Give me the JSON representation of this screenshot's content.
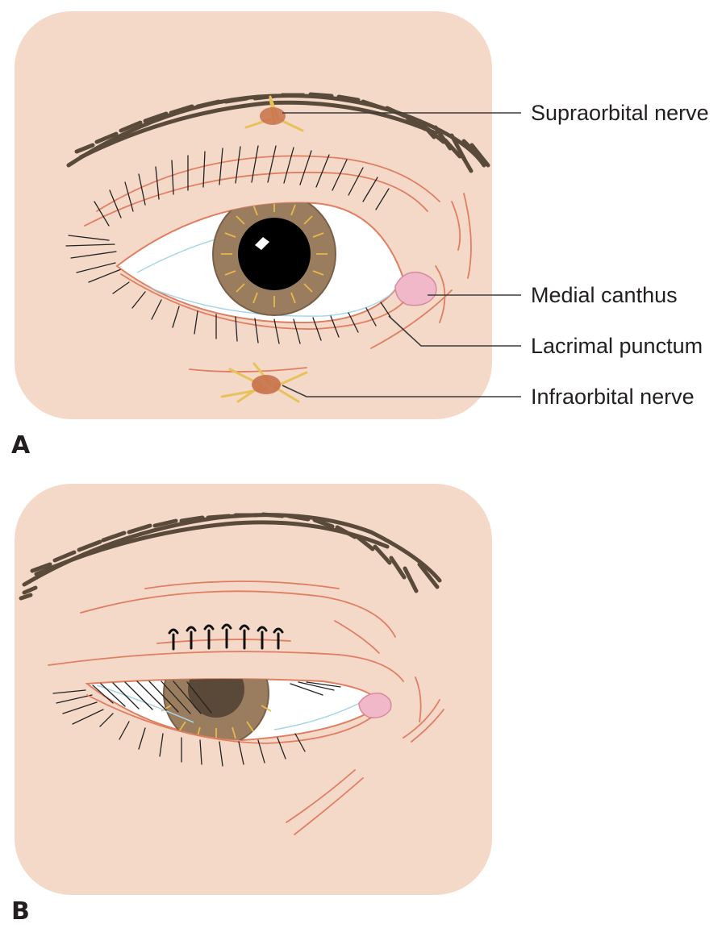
{
  "panel_a": {
    "letter": "A",
    "labels": {
      "supraorbital": "Supraorbital nerve",
      "medial_canthus": "Medial canthus",
      "lacrimal_punctum": "Lacrimal punctum",
      "infraorbital": "Infraorbital nerve"
    }
  },
  "panel_b": {
    "letter": "B"
  },
  "colors": {
    "skin": "#f4d9c9",
    "brow": "#5a4a3a",
    "iris": "#9a7d5e",
    "iris_rays": "#e8b84a",
    "pupil": "#000000",
    "sclera": "#ffffff",
    "caruncle": "#f0b8c8",
    "crease": "#e07e62",
    "nerve": "#e7c25a",
    "foramen": "#c8704a",
    "sclera_shadow": "#a8d4e8"
  }
}
